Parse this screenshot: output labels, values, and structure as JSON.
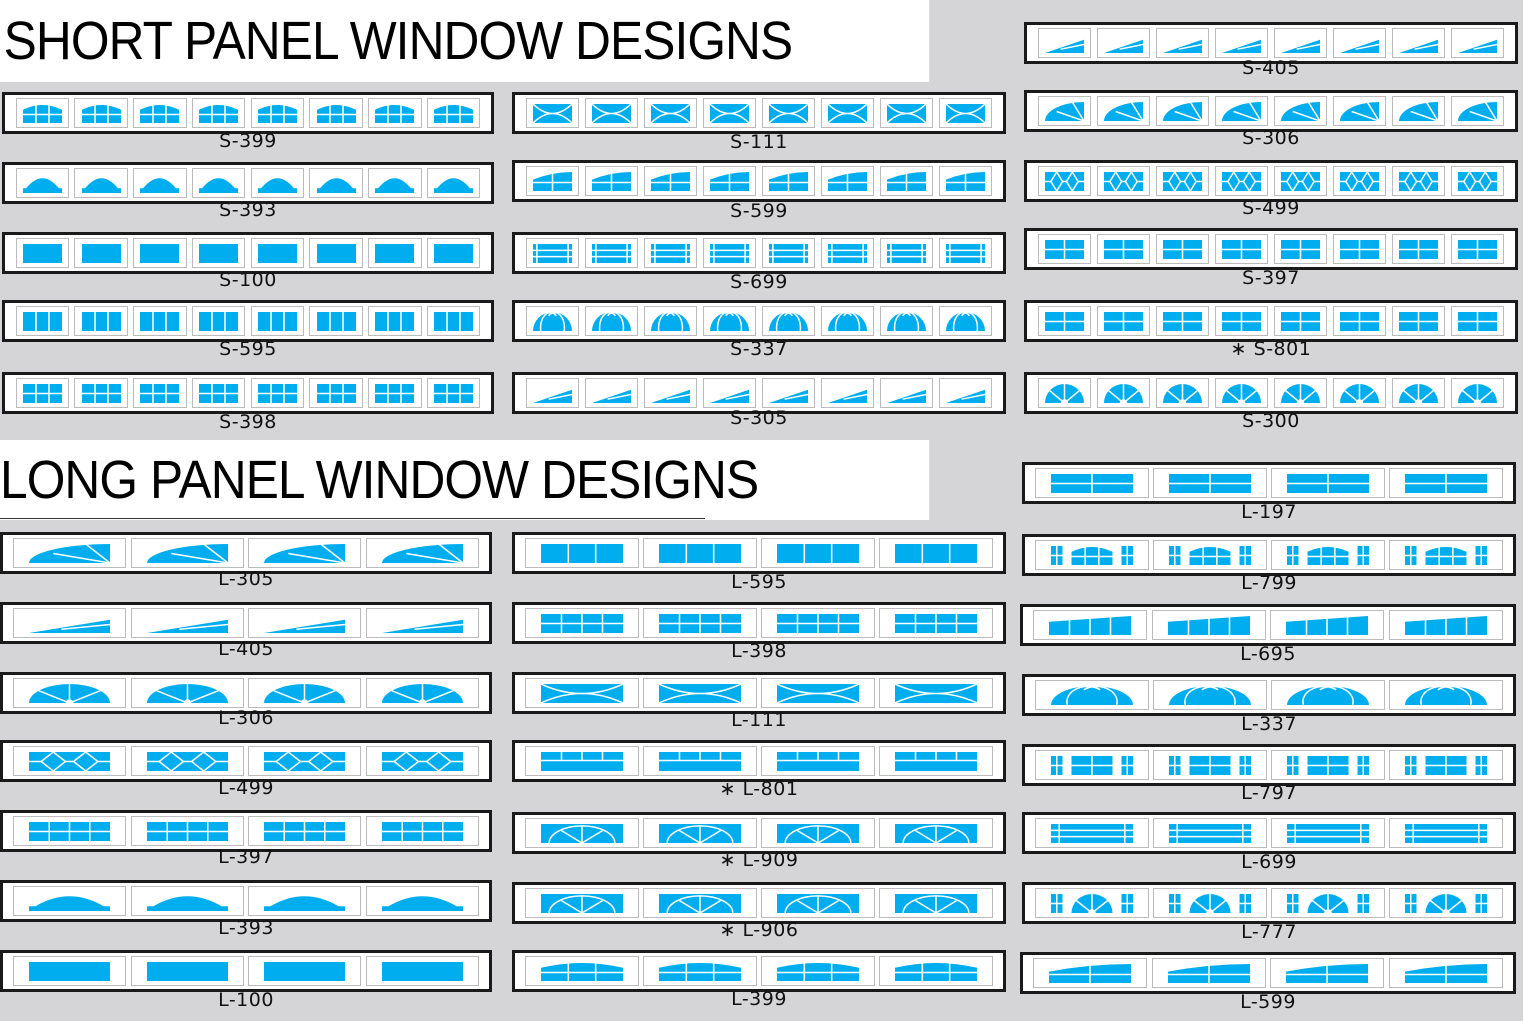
{
  "headings": {
    "short": "SHORT PANEL WINDOW DESIGNS",
    "long": "LONG PANEL WINDOW DESIGNS"
  },
  "colors": {
    "glass": "#00aeef",
    "frame": "#1a1a1a",
    "background": "#d5d5d7"
  },
  "short_designs": [
    {
      "code": "S-399",
      "pattern": "arch-grid",
      "panes": 8
    },
    {
      "code": "S-393",
      "pattern": "dome",
      "panes": 8
    },
    {
      "code": "S-100",
      "pattern": "plain",
      "panes": 8
    },
    {
      "code": "S-595",
      "pattern": "vbars3",
      "panes": 8
    },
    {
      "code": "S-398",
      "pattern": "grid2x3",
      "panes": 8
    },
    {
      "code": "S-111",
      "pattern": "ellipse",
      "panes": 8
    },
    {
      "code": "S-599",
      "pattern": "quarter-grid",
      "panes": 8
    },
    {
      "code": "S-699",
      "pattern": "prairie",
      "panes": 8
    },
    {
      "code": "S-337",
      "pattern": "cathedral",
      "panes": 8
    },
    {
      "code": "S-305",
      "pattern": "sunray",
      "panes": 8
    },
    {
      "code": "S-405",
      "pattern": "sunray",
      "panes": 8
    },
    {
      "code": "S-306",
      "pattern": "fan",
      "panes": 8
    },
    {
      "code": "S-499",
      "pattern": "diamond",
      "panes": 8
    },
    {
      "code": "S-397",
      "pattern": "grid2x2",
      "panes": 8
    },
    {
      "code": "*S-801",
      "pattern": "hbar",
      "panes": 8
    },
    {
      "code": "S-300",
      "pattern": "sunburst",
      "panes": 8
    }
  ],
  "long_designs": [
    {
      "code": "L-305",
      "pattern": "fan",
      "panes": 4
    },
    {
      "code": "L-405",
      "pattern": "sunray",
      "panes": 4
    },
    {
      "code": "L-306",
      "pattern": "sunburst",
      "panes": 4
    },
    {
      "code": "L-499",
      "pattern": "diamond",
      "panes": 4
    },
    {
      "code": "L-397",
      "pattern": "grid2x4",
      "panes": 4
    },
    {
      "code": "L-393",
      "pattern": "dome",
      "panes": 4
    },
    {
      "code": "L-100",
      "pattern": "plain",
      "panes": 4
    },
    {
      "code": "L-595",
      "pattern": "vbars3",
      "panes": 4
    },
    {
      "code": "L-398",
      "pattern": "grid2x4",
      "panes": 4
    },
    {
      "code": "L-111",
      "pattern": "ellipse",
      "panes": 4
    },
    {
      "code": "*L-801",
      "pattern": "hbar4",
      "panes": 4
    },
    {
      "code": "*L-909",
      "pattern": "sunburst-rect",
      "panes": 4
    },
    {
      "code": "*L-906",
      "pattern": "sunburst-rect",
      "panes": 4
    },
    {
      "code": "L-399",
      "pattern": "arch-grid",
      "panes": 4
    },
    {
      "code": "L-197",
      "pattern": "grid2x2",
      "panes": 4
    },
    {
      "code": "L-799",
      "pattern": "side-grid-arch",
      "panes": 4
    },
    {
      "code": "L-695",
      "pattern": "sloped4",
      "panes": 4
    },
    {
      "code": "L-337",
      "pattern": "cathedral",
      "panes": 4
    },
    {
      "code": "L-797",
      "pattern": "side-grid",
      "panes": 4
    },
    {
      "code": "L-699",
      "pattern": "prairie",
      "panes": 4
    },
    {
      "code": "L-777",
      "pattern": "side-grid-sun",
      "panes": 4
    },
    {
      "code": "L-599",
      "pattern": "quarter-grid",
      "panes": 4
    }
  ]
}
